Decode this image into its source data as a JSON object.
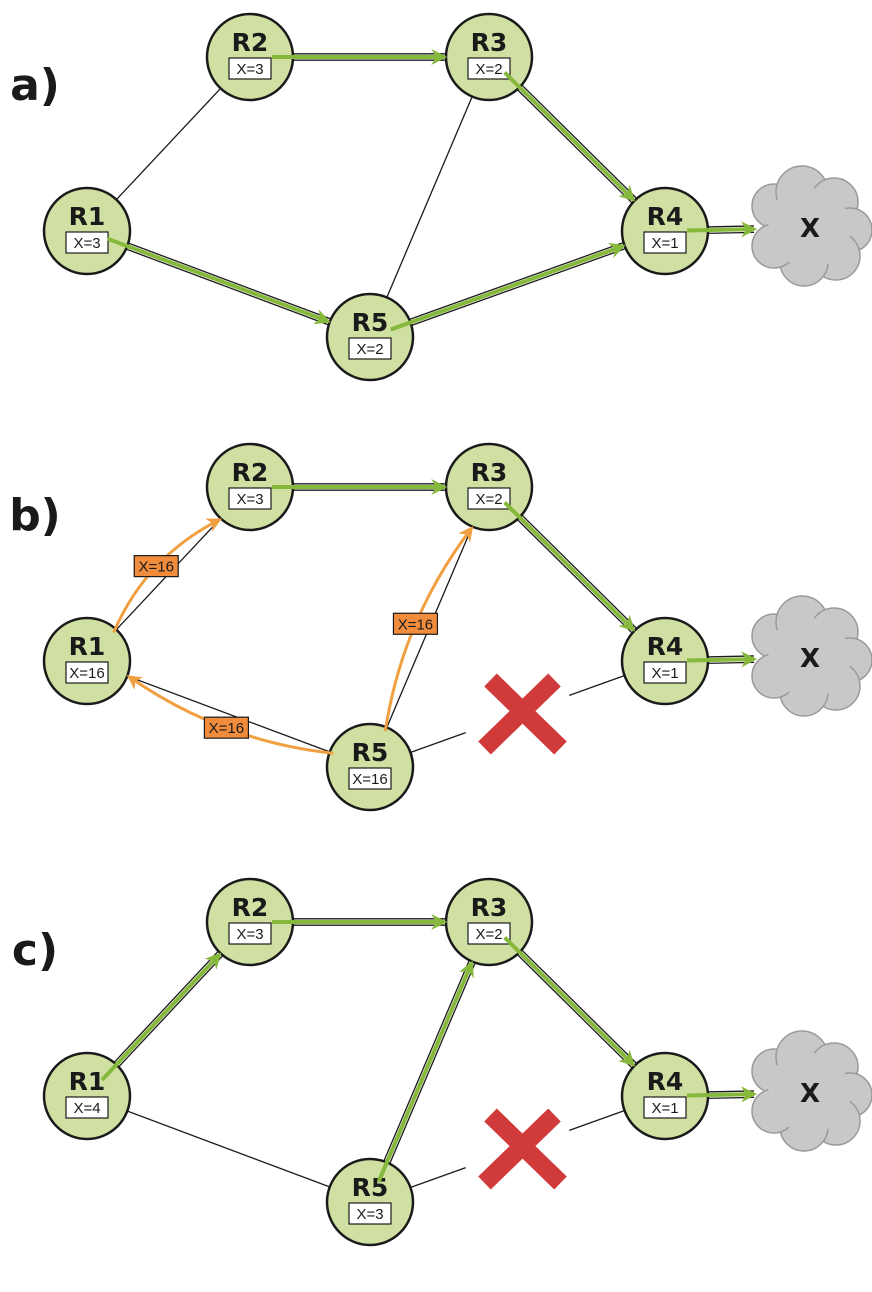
{
  "colors": {
    "router_fill": "#cfe0a2",
    "router_stroke": "#1a1a1a",
    "route_arrow": "#86b83c",
    "update_arrow": "#f0a040",
    "update_box": "#f08c3c",
    "failure_mark": "#d03a3a",
    "cloud_fill": "#c8c8c8",
    "cloud_stroke": "#9a9a9a",
    "link": "#1a1a1a"
  },
  "icons": {
    "failure": "red-x-link-failure-icon",
    "destination": "cloud-network-icon"
  },
  "destination_label": "X",
  "panels": [
    {
      "label": "a)",
      "routers": [
        {
          "id": "R1",
          "name": "R1",
          "value": "X=3"
        },
        {
          "id": "R2",
          "name": "R2",
          "value": "X=3"
        },
        {
          "id": "R3",
          "name": "R3",
          "value": "X=2"
        },
        {
          "id": "R4",
          "name": "R4",
          "value": "X=1"
        },
        {
          "id": "R5",
          "name": "R5",
          "value": "X=2"
        }
      ],
      "links": [
        {
          "from": "R1",
          "to": "R2",
          "style": "single"
        },
        {
          "from": "R2",
          "to": "R3",
          "style": "double"
        },
        {
          "from": "R3",
          "to": "R5",
          "style": "single"
        },
        {
          "from": "R1",
          "to": "R5",
          "style": "double"
        },
        {
          "from": "R3",
          "to": "R4",
          "style": "double"
        },
        {
          "from": "R5",
          "to": "R4",
          "style": "double"
        },
        {
          "from": "R4",
          "to": "X",
          "style": "double"
        }
      ],
      "routes": [
        {
          "from": "R2",
          "to": "R3"
        },
        {
          "from": "R3",
          "to": "R4"
        },
        {
          "from": "R1",
          "to": "R5"
        },
        {
          "from": "R5",
          "to": "R4"
        },
        {
          "from": "R4",
          "to": "X"
        }
      ],
      "updates": [],
      "failure": null
    },
    {
      "label": "b)",
      "routers": [
        {
          "id": "R1",
          "name": "R1",
          "value": "X=16"
        },
        {
          "id": "R2",
          "name": "R2",
          "value": "X=3"
        },
        {
          "id": "R3",
          "name": "R3",
          "value": "X=2"
        },
        {
          "id": "R4",
          "name": "R4",
          "value": "X=1"
        },
        {
          "id": "R5",
          "name": "R5",
          "value": "X=16"
        }
      ],
      "links": [
        {
          "from": "R1",
          "to": "R2",
          "style": "single"
        },
        {
          "from": "R2",
          "to": "R3",
          "style": "double"
        },
        {
          "from": "R3",
          "to": "R5",
          "style": "single"
        },
        {
          "from": "R1",
          "to": "R5",
          "style": "single"
        },
        {
          "from": "R3",
          "to": "R4",
          "style": "double"
        },
        {
          "from": "R5",
          "to": "R4",
          "style": "failed"
        },
        {
          "from": "R4",
          "to": "X",
          "style": "double"
        }
      ],
      "routes": [
        {
          "from": "R2",
          "to": "R3"
        },
        {
          "from": "R3",
          "to": "R4"
        },
        {
          "from": "R4",
          "to": "X"
        }
      ],
      "updates": [
        {
          "from": "R1",
          "to": "R2",
          "label": "X=16"
        },
        {
          "from": "R5",
          "to": "R1",
          "label": "X=16"
        },
        {
          "from": "R5",
          "to": "R3",
          "label": "X=16"
        }
      ],
      "failure": {
        "between": [
          "R5",
          "R4"
        ]
      }
    },
    {
      "label": "c)",
      "routers": [
        {
          "id": "R1",
          "name": "R1",
          "value": "X=4"
        },
        {
          "id": "R2",
          "name": "R2",
          "value": "X=3"
        },
        {
          "id": "R3",
          "name": "R3",
          "value": "X=2"
        },
        {
          "id": "R4",
          "name": "R4",
          "value": "X=1"
        },
        {
          "id": "R5",
          "name": "R5",
          "value": "X=3"
        }
      ],
      "links": [
        {
          "from": "R1",
          "to": "R2",
          "style": "double"
        },
        {
          "from": "R2",
          "to": "R3",
          "style": "double"
        },
        {
          "from": "R3",
          "to": "R5",
          "style": "double"
        },
        {
          "from": "R1",
          "to": "R5",
          "style": "single"
        },
        {
          "from": "R3",
          "to": "R4",
          "style": "double"
        },
        {
          "from": "R5",
          "to": "R4",
          "style": "failed"
        },
        {
          "from": "R4",
          "to": "X",
          "style": "double"
        }
      ],
      "routes": [
        {
          "from": "R1",
          "to": "R2"
        },
        {
          "from": "R2",
          "to": "R3"
        },
        {
          "from": "R5",
          "to": "R3"
        },
        {
          "from": "R3",
          "to": "R4"
        },
        {
          "from": "R4",
          "to": "X"
        }
      ],
      "updates": [],
      "failure": {
        "between": [
          "R5",
          "R4"
        ]
      }
    }
  ]
}
